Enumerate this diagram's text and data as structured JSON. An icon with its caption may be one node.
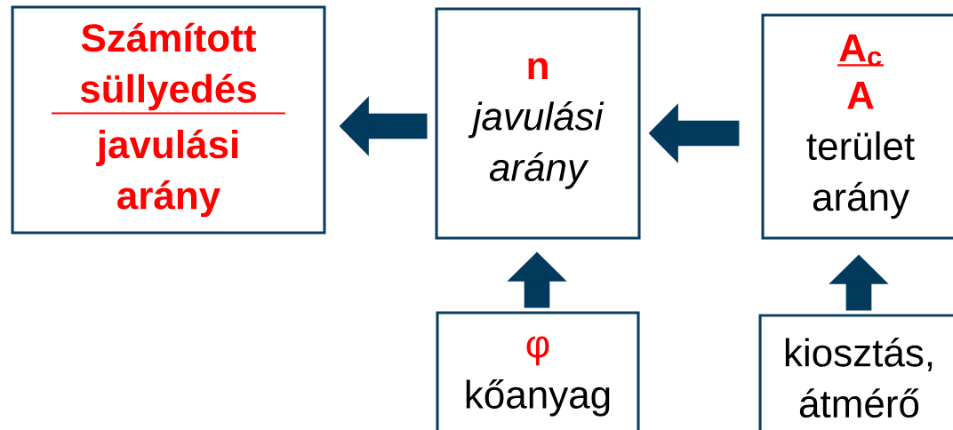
{
  "diagram": {
    "nodes": [
      {
        "text": [
          "Számított süllyedés",
          "javulási arány"
        ]
      },
      {
        "text": [
          "n",
          "javulási arány"
        ]
      },
      {
        "text": [
          "A$_{c}$",
          "A",
          "terület arány"
        ]
      },
      {
        "text": [
          "φ",
          "kőanyag"
        ]
      },
      {
        "text": [
          "kiosztás, átmérő"
        ]
      }
    ],
    "edges": [
      {
        "from": 1,
        "to": 0,
        "arrow": "to"
      },
      {
        "from": 2,
        "to": 1,
        "arrow": "to"
      },
      {
        "from": 3,
        "to": 1,
        "arrow": "to"
      },
      {
        "from": 4,
        "to": 2,
        "arrow": "to"
      }
    ]
  }
}
